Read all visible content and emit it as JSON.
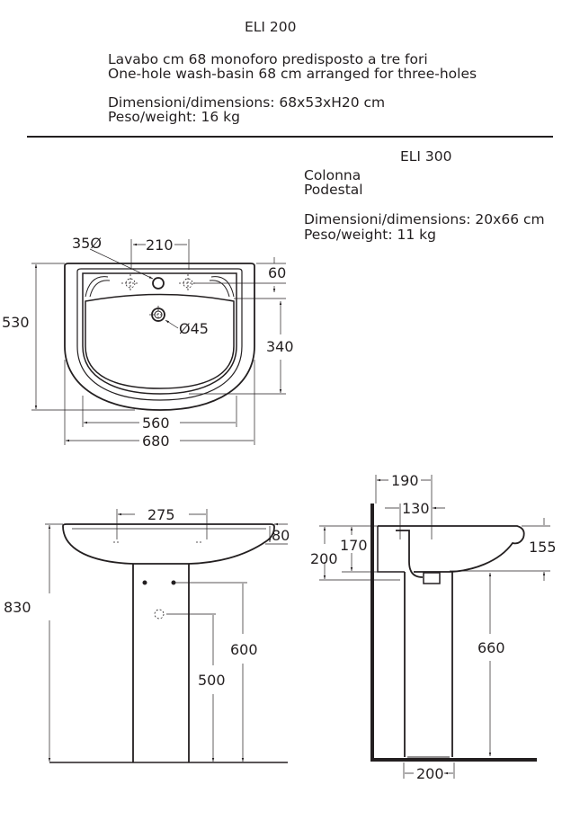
{
  "eli200": {
    "code": "ELI 200",
    "desc_it": "Lavabo cm 68 monoforo predisposto a tre fori",
    "desc_en": "One-hole wash-basin 68 cm arranged for three-holes",
    "dimensions": "Dimensioni/dimensions: 68x53xH20 cm",
    "weight": "Peso/weight: 16 kg"
  },
  "eli300": {
    "code": "ELI 300",
    "desc_it": "Colonna",
    "desc_en": "Podestal",
    "dimensions": "Dimensioni/dimensions: 20x66 cm",
    "weight": "Peso/weight: 11 kg"
  },
  "top_view": {
    "tap_hole": "35Ø",
    "hole_spacing": "210",
    "depth_to_hole": "60",
    "total_depth": "530",
    "drain": "Ø45",
    "bowl_depth": "340",
    "inner_width": "560",
    "total_width": "680"
  },
  "front_view": {
    "fixing_spacing": "275",
    "rim_height": "80",
    "total_height": "830",
    "fixing_height": "600",
    "drain_height": "500"
  },
  "side_view": {
    "wall_to_tap": "190",
    "wall_to_hole": "130",
    "height_200": "200",
    "height_170": "170",
    "bowl_height": "155",
    "pedestal_height": "660",
    "pedestal_width": "200"
  }
}
